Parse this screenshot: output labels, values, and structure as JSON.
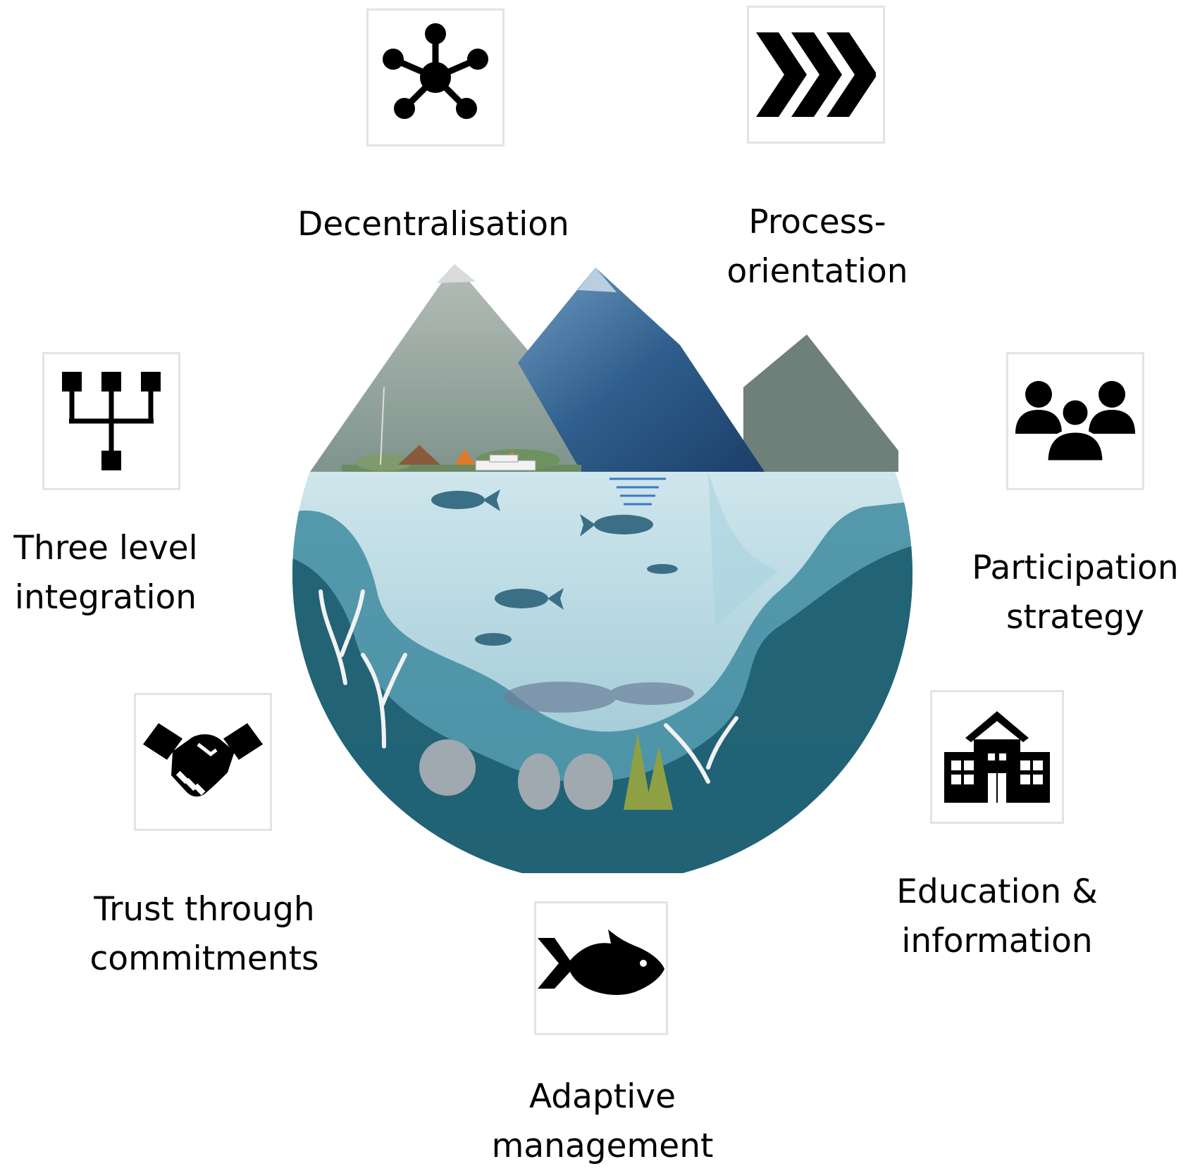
{
  "nodes": [
    {
      "id": "decentralisation",
      "icon": "network-hub-icon",
      "lines": [
        "Decentralisation"
      ]
    },
    {
      "id": "process-orientation",
      "icon": "chevrons-right-icon",
      "lines": [
        "Process-",
        "orientation"
      ]
    },
    {
      "id": "participation-strategy",
      "icon": "people-group-icon",
      "lines": [
        "Participation",
        "strategy"
      ]
    },
    {
      "id": "education-information",
      "icon": "school-building-icon",
      "lines": [
        "Education &",
        "information"
      ]
    },
    {
      "id": "adaptive-management",
      "icon": "fish-icon",
      "lines": [
        "Adaptive",
        "management"
      ]
    },
    {
      "id": "trust-through-commitments",
      "icon": "handshake-icon",
      "lines": [
        "Trust through",
        "commitments"
      ]
    },
    {
      "id": "three-level-integration",
      "icon": "hierarchy-icon",
      "lines": [
        "Three level",
        "integration"
      ]
    }
  ],
  "illustration": {
    "icon": "mountain-lake-underwater-illustration"
  },
  "colors": {
    "mountain_grey": "#8f9e96",
    "mountain_blue": "#2f5e8c",
    "water_light": "#bcdbe3",
    "water_deep": "#1d5d70",
    "icon": "#000000",
    "box_border": "#e3e3e3"
  }
}
